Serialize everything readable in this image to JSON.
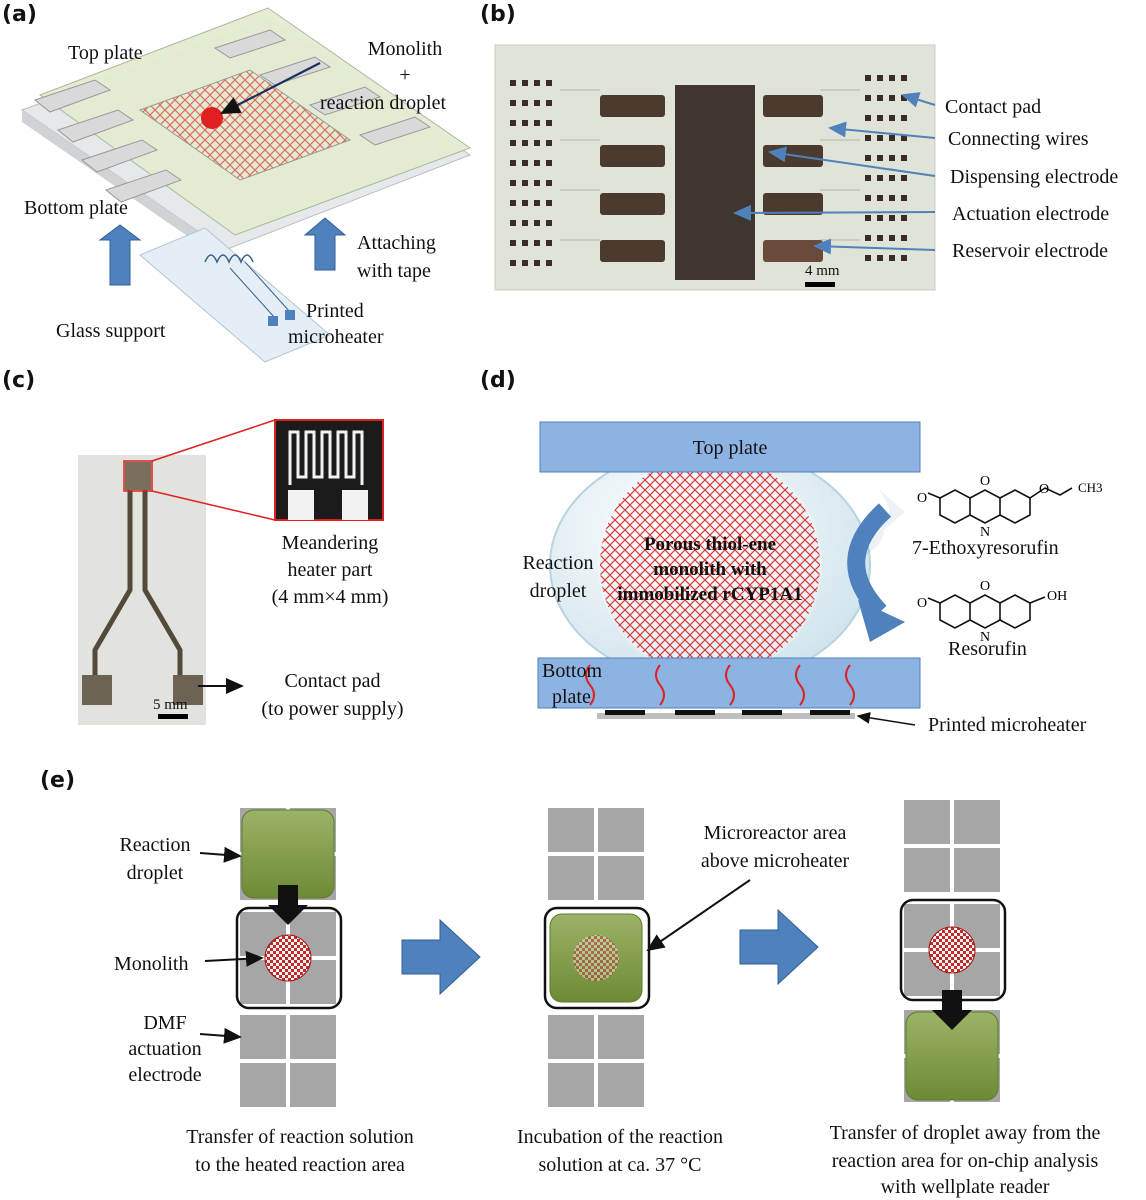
{
  "panels": {
    "a": {
      "label": "(a)",
      "top_plate": "Top plate",
      "monolith_line1": "Monolith",
      "monolith_plus": "+",
      "monolith_line2": "reaction droplet",
      "bottom_plate": "Bottom plate",
      "attaching_line1": "Attaching",
      "attaching_line2": "with tape",
      "glass_support": "Glass support",
      "heater_line1": "Printed",
      "heater_line2": "microheater"
    },
    "b": {
      "label": "(b)",
      "contact_pad": "Contact pad",
      "connecting_wires": "Connecting wires",
      "dispensing_electrode": "Dispensing electrode",
      "actuation_electrode": "Actuation electrode",
      "reservoir_electrode": "Reservoir electrode",
      "scale": "4 mm"
    },
    "c": {
      "label": "(c)",
      "meander_line1": "Meandering",
      "meander_line2": "heater part",
      "meander_line3": "(4 mm×4 mm)",
      "contact_line1": "Contact pad",
      "contact_line2": "(to power supply)",
      "scale": "5 mm"
    },
    "d": {
      "label": "(d)",
      "top_plate": "Top plate",
      "droplet_line1": "Reaction",
      "droplet_line2": "droplet",
      "monolith_line1": "Porous thiol-ene",
      "monolith_line2": "monolith with",
      "monolith_line3": "immobilized rCYP1A1",
      "substrate": "7-Ethoxyresorufin",
      "product": "Resorufin",
      "bottom_line1": "Bottom",
      "bottom_line2": "plate",
      "heater": "Printed microheater",
      "chem_o": "O",
      "chem_n": "N",
      "chem_oh": "OH",
      "chem_ch3": "CH3"
    },
    "e": {
      "label": "(e)",
      "droplet_line1": "Reaction",
      "droplet_line2": "droplet",
      "monolith": "Monolith",
      "dmf_line1": "DMF",
      "dmf_line2": "actuation",
      "dmf_line3": "electrode",
      "micro_line1": "Microreactor area",
      "micro_line2": "above microheater",
      "step1_line1": "Transfer of reaction solution",
      "step1_line2": "to the heated reaction area",
      "step2_line1": "Incubation of the reaction",
      "step2_line2": "solution at ca. 37 °C",
      "step3_line1": "Transfer of droplet away from the",
      "step3_line2": "reaction area for on-chip analysis",
      "step3_line3": "with wellplate reader"
    }
  },
  "colors": {
    "arrow_blue": "#4f81bd",
    "plate_blue": "#8db3e2",
    "electrode_grey": "#a6a6a6",
    "droplet_green": "#76923c",
    "monolith_red": "#d32f2f"
  }
}
